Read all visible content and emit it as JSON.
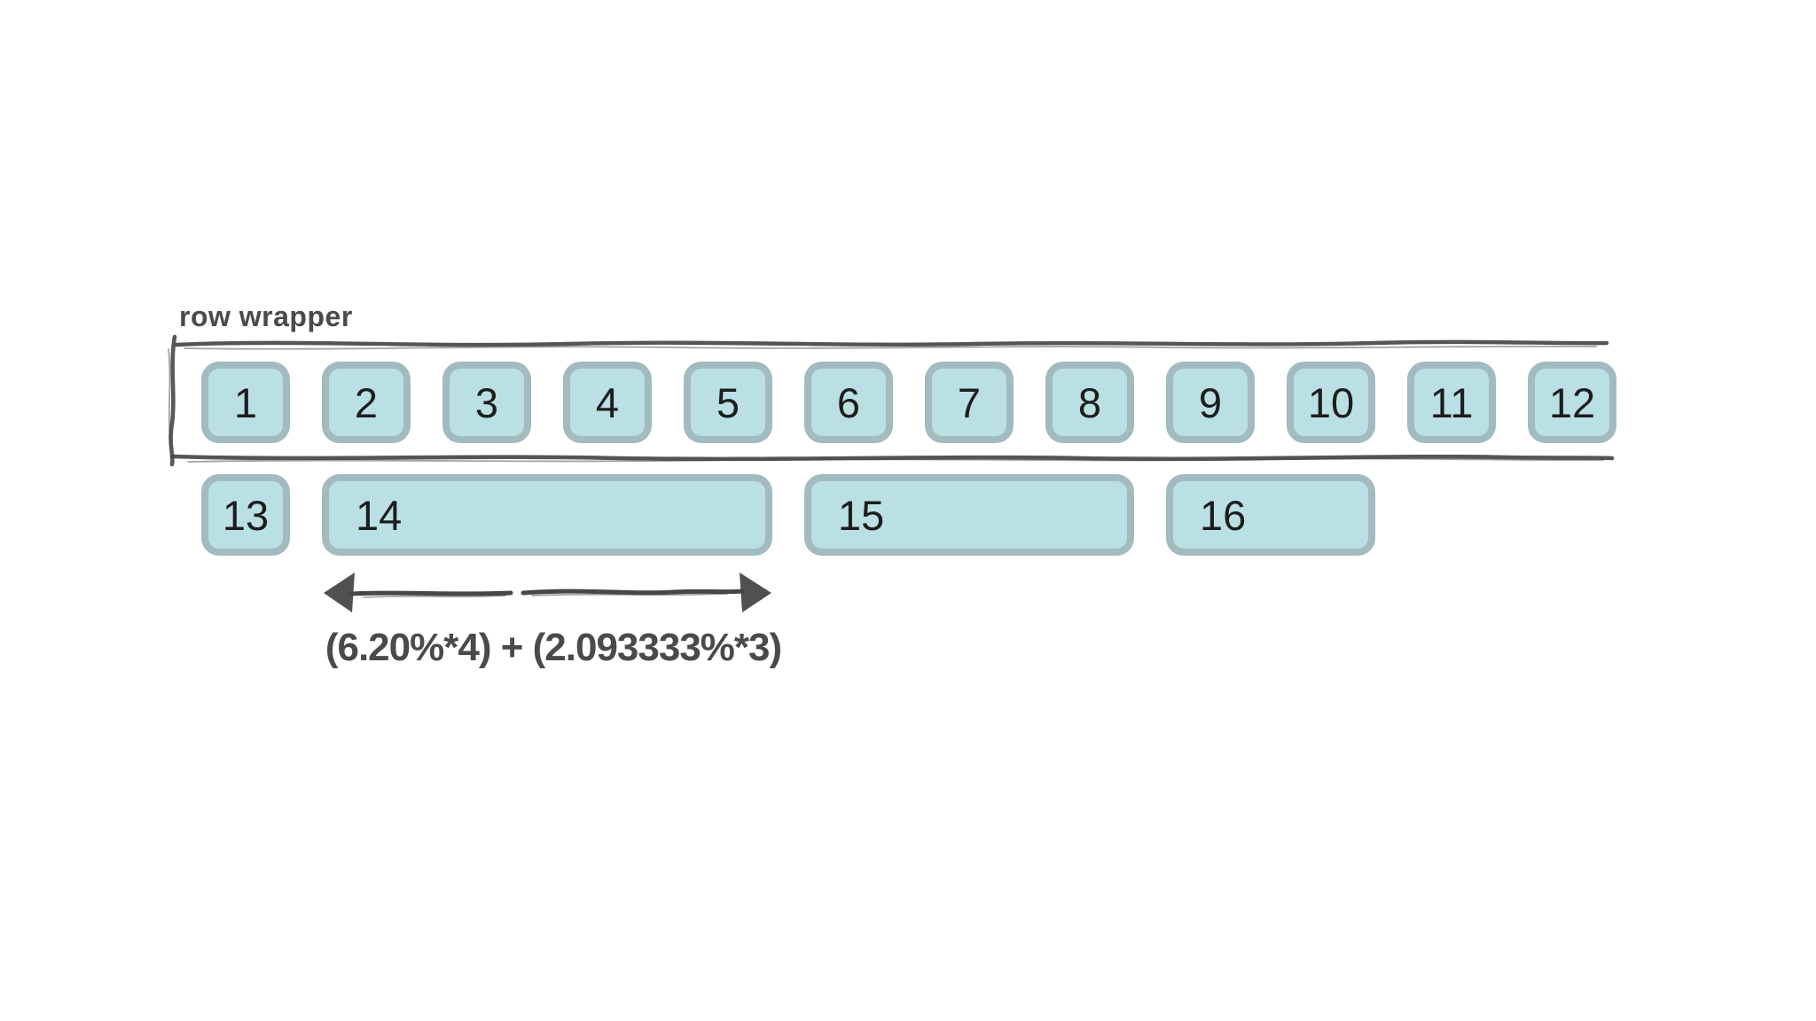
{
  "label": {
    "text": "row wrapper"
  },
  "annotation": {
    "formula": "(6.20%*4) + (2.093333%*3)"
  },
  "grid": {
    "row1": [
      "1",
      "2",
      "3",
      "4",
      "5",
      "6",
      "7",
      "8",
      "9",
      "10",
      "11",
      "12"
    ],
    "row2": [
      {
        "label": "13",
        "span": 1
      },
      {
        "label": "14",
        "span": 4
      },
      {
        "label": "15",
        "span": 3
      },
      {
        "label": "16",
        "span": 2
      }
    ]
  },
  "colors": {
    "box_fill": "#bae0e4",
    "box_border": "#a1bbbe",
    "sketch_ink": "#474747",
    "number_ink": "#1d1d1d",
    "label_ink": "#4a4a4a"
  }
}
